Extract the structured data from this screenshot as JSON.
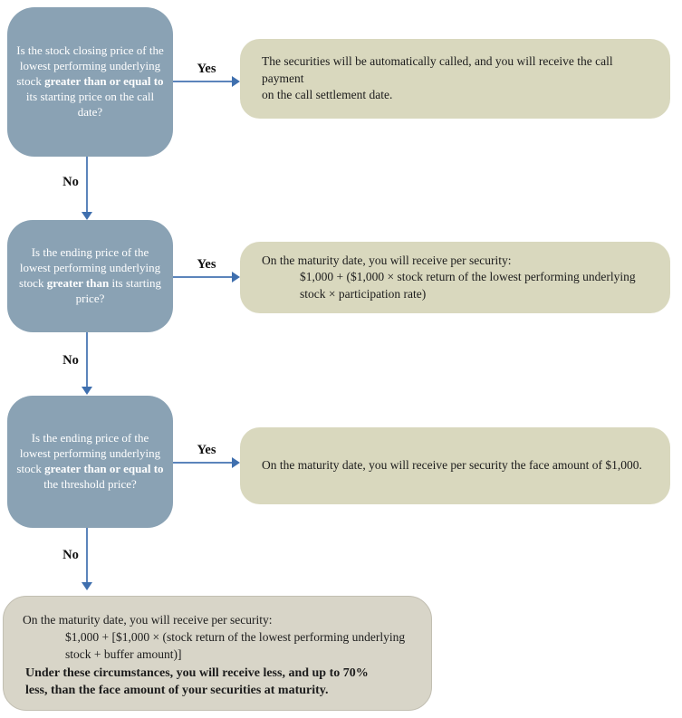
{
  "colors": {
    "question_fill": "#8aa2b4",
    "result_fill": "#d9d8be",
    "final_fill": "#d8d5c8",
    "arrow": "#5b84bb",
    "arrow_head": "#3f6fae",
    "question_text": "#ffffff",
    "body_text": "#1c1c1c"
  },
  "labels": {
    "yes": "Yes",
    "no": "No"
  },
  "questions": {
    "q1": {
      "pre": "Is the stock closing price of the lowest performing underlying stock ",
      "bold": "greater than or equal to",
      "post": " its starting price on the call date?"
    },
    "q2": {
      "pre": "Is the ending price of the lowest performing underlying stock ",
      "bold": "greater than",
      "post": " its starting price?"
    },
    "q3": {
      "pre": "Is the ending price of the lowest performing underlying stock ",
      "bold": "greater than or equal to",
      "post": " the threshold price?"
    }
  },
  "results": {
    "r1": {
      "line1": "The securities will be automatically called, and you will receive the call payment",
      "line2": "on the call settlement date."
    },
    "r2": {
      "intro": "On the maturity date, you will receive per security:",
      "formula_line1": "$1,000 + ($1,000 × stock return of the lowest performing underlying",
      "formula_line2": "stock × participation rate)"
    },
    "r3": {
      "text": "On the maturity date, you will receive per security the face amount of $1,000."
    },
    "final": {
      "intro": "On the maturity date, you will receive per security:",
      "formula_line1": "$1,000 + [$1,000 × (stock return of the lowest performing underlying",
      "formula_line2": "stock + buffer amount)]",
      "warning_line1": "Under these circumstances, you will receive less, and up to 70%",
      "warning_line2": "less, than the face amount of your securities at maturity."
    }
  }
}
